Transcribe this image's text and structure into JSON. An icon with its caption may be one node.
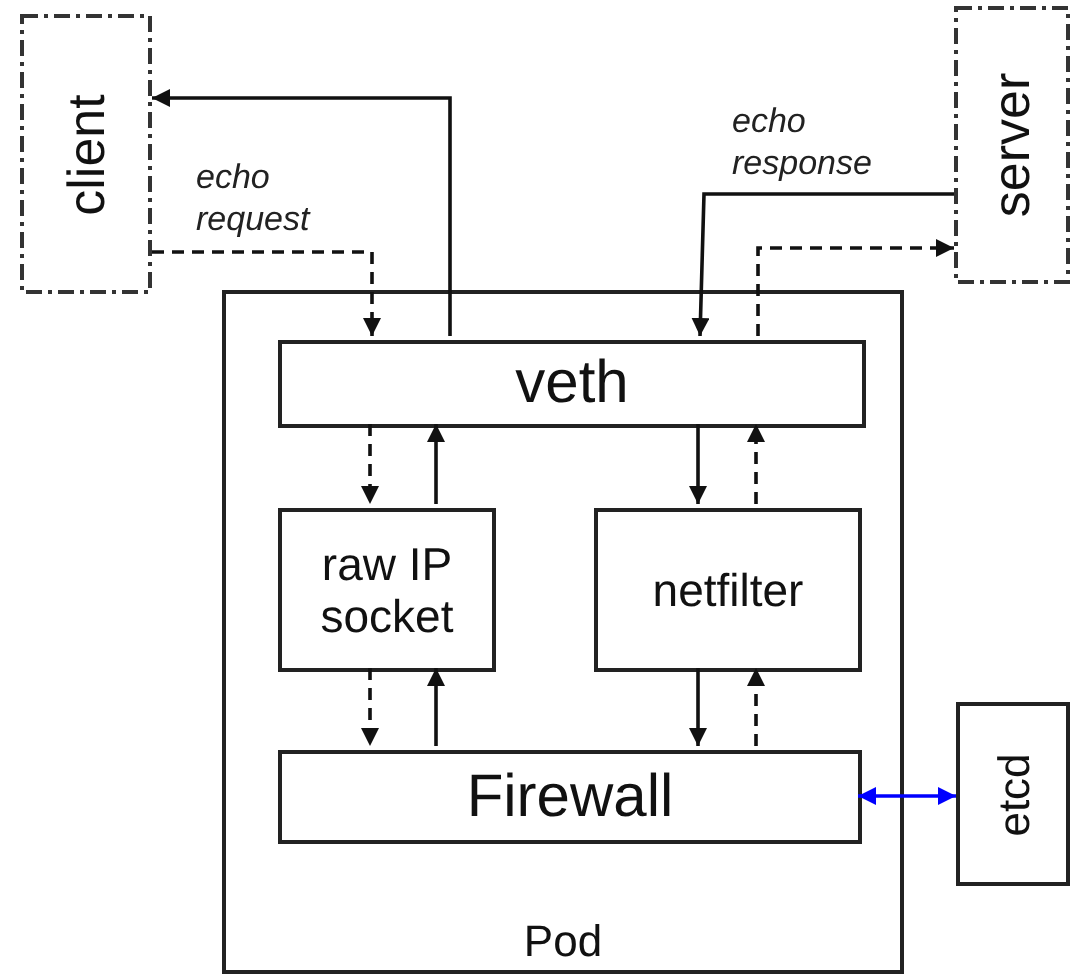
{
  "diagram": {
    "nodes": [
      {
        "text": [
          "client"
        ]
      },
      {
        "text": [
          "server"
        ]
      },
      {
        "text": [
          "Pod"
        ]
      },
      {
        "text": [
          "veth"
        ],
        "in": 2
      },
      {
        "text": [
          "raw IP socket"
        ],
        "in": 2
      },
      {
        "text": [
          "netfilter"
        ],
        "in": 2
      },
      {
        "text": [
          "Firewall"
        ],
        "in": 2
      },
      {
        "text": [
          "etcd"
        ]
      }
    ],
    "edges": [
      {
        "from": 0,
        "to": 3,
        "arrow": "to",
        "label": "echo request",
        "style": "dashed"
      },
      {
        "from": 3,
        "to": 0,
        "arrow": "to"
      },
      {
        "from": 1,
        "to": 3,
        "arrow": "to",
        "label": "echo response"
      },
      {
        "from": 3,
        "to": 1,
        "arrow": "to",
        "style": "dashed"
      },
      {
        "from": 3,
        "to": 4,
        "arrow": "to",
        "style": "dashed"
      },
      {
        "from": 4,
        "to": 3,
        "arrow": "to"
      },
      {
        "from": 3,
        "to": 5,
        "arrow": "to"
      },
      {
        "from": 5,
        "to": 3,
        "arrow": "to",
        "style": "dashed"
      },
      {
        "from": 4,
        "to": 6,
        "arrow": "to",
        "style": "dashed"
      },
      {
        "from": 6,
        "to": 4,
        "arrow": "to"
      },
      {
        "from": 5,
        "to": 6,
        "arrow": "to"
      },
      {
        "from": 6,
        "to": 5,
        "arrow": "to",
        "style": "dashed"
      },
      {
        "from": 6,
        "to": 7,
        "arrow": "both",
        "color": "#0000ff"
      }
    ]
  }
}
